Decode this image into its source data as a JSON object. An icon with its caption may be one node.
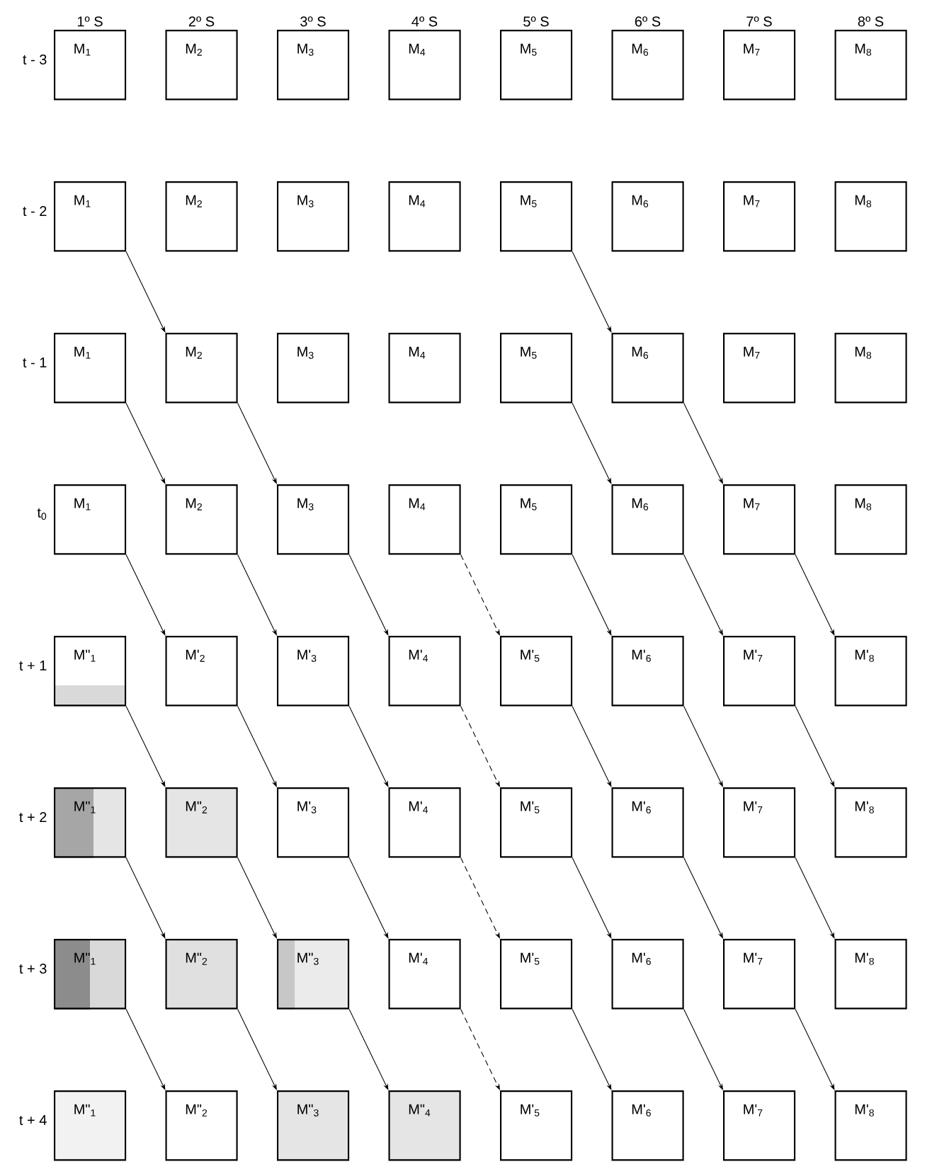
{
  "diagram": {
    "nodes": [
      {
        "text": [
          "M$_{1}$"
        ]
      },
      {
        "text": [
          "M$_{2}$"
        ]
      },
      {
        "text": [
          "M$_{3}$"
        ]
      },
      {
        "text": [
          "M$_{4}$"
        ]
      },
      {
        "text": [
          "M$_{5}$"
        ]
      },
      {
        "text": [
          "M$_{6}$"
        ]
      },
      {
        "text": [
          "M$_{7}$"
        ]
      },
      {
        "text": [
          "M$_{8}$"
        ]
      },
      {
        "text": [
          "M$_{1}$"
        ]
      },
      {
        "text": [
          "M$_{2}$"
        ]
      },
      {
        "text": [
          "M$_{3}$"
        ]
      },
      {
        "text": [
          "M$_{4}$"
        ]
      },
      {
        "text": [
          "M$_{5}$"
        ]
      },
      {
        "text": [
          "M$_{6}$"
        ]
      },
      {
        "text": [
          "M$_{7}$"
        ]
      },
      {
        "text": [
          "M$_{8}$"
        ]
      },
      {
        "text": [
          "M$_{1}$"
        ]
      },
      {
        "text": [
          "M$_{2}$"
        ]
      },
      {
        "text": [
          "M$_{3}$"
        ]
      },
      {
        "text": [
          "M$_{4}$"
        ]
      },
      {
        "text": [
          "M$_{5}$"
        ]
      },
      {
        "text": [
          "M$_{6}$"
        ]
      },
      {
        "text": [
          "M$_{7}$"
        ]
      },
      {
        "text": [
          "M$_{8}$"
        ]
      },
      {
        "text": [
          "M$_{1}$"
        ]
      },
      {
        "text": [
          "M$_{2}$"
        ]
      },
      {
        "text": [
          "M$_{3}$"
        ]
      },
      {
        "text": [
          "M$_{4}$"
        ]
      },
      {
        "text": [
          "M$_{5}$"
        ]
      },
      {
        "text": [
          "M$_{6}$"
        ]
      },
      {
        "text": [
          "M$_{7}$"
        ]
      },
      {
        "text": [
          "M$_{8}$"
        ]
      },
      {
        "text": [
          "M\"$_{1}$"
        ]
      },
      {
        "text": [
          "M'$_{2}$"
        ]
      },
      {
        "text": [
          "M'$_{3}$"
        ]
      },
      {
        "text": [
          "M'$_{4}$"
        ]
      },
      {
        "text": [
          "M'$_{5}$"
        ]
      },
      {
        "text": [
          "M'$_{6}$"
        ]
      },
      {
        "text": [
          "M'$_{7}$"
        ]
      },
      {
        "text": [
          "M'$_{8}$"
        ]
      },
      {
        "text": [
          "M\"$_{1}$"
        ]
      },
      {
        "text": [
          "M\"$_{2}$"
        ]
      },
      {
        "text": [
          "M'$_{3}$"
        ]
      },
      {
        "text": [
          "M'$_{4}$"
        ]
      },
      {
        "text": [
          "M'$_{5}$"
        ]
      },
      {
        "text": [
          "M'$_{6}$"
        ]
      },
      {
        "text": [
          "M'$_{7}$"
        ]
      },
      {
        "text": [
          "M'$_{8}$"
        ]
      },
      {
        "text": [
          "M\"$_{1}$"
        ]
      },
      {
        "text": [
          "M\"$_{2}$"
        ]
      },
      {
        "text": [
          "M\"$_{3}$"
        ]
      },
      {
        "text": [
          "M'$_{4}$"
        ]
      },
      {
        "text": [
          "M'$_{5}$"
        ]
      },
      {
        "text": [
          "M'$_{6}$"
        ]
      },
      {
        "text": [
          "M'$_{7}$"
        ]
      },
      {
        "text": [
          "M'$_{8}$"
        ]
      },
      {
        "text": [
          "M\"$_{1}$"
        ]
      },
      {
        "text": [
          "M\"$_{2}$"
        ]
      },
      {
        "text": [
          "M\"$_{3}$"
        ]
      },
      {
        "text": [
          "M\"$_{4}$"
        ]
      },
      {
        "text": [
          "M'$_{5}$"
        ]
      },
      {
        "text": [
          "M'$_{6}$"
        ]
      },
      {
        "text": [
          "M'$_{7}$"
        ]
      },
      {
        "text": [
          "M'$_{8}$"
        ]
      }
    ],
    "edges": [
      {
        "from": 8,
        "to": 17,
        "arrow": "to"
      },
      {
        "from": 12,
        "to": 21,
        "arrow": "to"
      },
      {
        "from": 16,
        "to": 25,
        "arrow": "to"
      },
      {
        "from": 17,
        "to": 26,
        "arrow": "to"
      },
      {
        "from": 20,
        "to": 29,
        "arrow": "to"
      },
      {
        "from": 21,
        "to": 30,
        "arrow": "to"
      },
      {
        "from": 24,
        "to": 33,
        "arrow": "to"
      },
      {
        "from": 25,
        "to": 34,
        "arrow": "to"
      },
      {
        "from": 26,
        "to": 35,
        "arrow": "to"
      },
      {
        "from": 27,
        "to": 36,
        "arrow": "to",
        "style": "dashed"
      },
      {
        "from": 28,
        "to": 37,
        "arrow": "to"
      },
      {
        "from": 29,
        "to": 38,
        "arrow": "to"
      },
      {
        "from": 30,
        "to": 39,
        "arrow": "to"
      },
      {
        "from": 32,
        "to": 41,
        "arrow": "to"
      },
      {
        "from": 33,
        "to": 42,
        "arrow": "to"
      },
      {
        "from": 34,
        "to": 43,
        "arrow": "to"
      },
      {
        "from": 35,
        "to": 44,
        "arrow": "to",
        "style": "dashed"
      },
      {
        "from": 36,
        "to": 45,
        "arrow": "to"
      },
      {
        "from": 37,
        "to": 46,
        "arrow": "to"
      },
      {
        "from": 38,
        "to": 47,
        "arrow": "to"
      },
      {
        "from": 40,
        "to": 49,
        "arrow": "to"
      },
      {
        "from": 41,
        "to": 50,
        "arrow": "to"
      },
      {
        "from": 42,
        "to": 51,
        "arrow": "to"
      },
      {
        "from": 43,
        "to": 52,
        "arrow": "to",
        "style": "dashed"
      },
      {
        "from": 44,
        "to": 53,
        "arrow": "to"
      },
      {
        "from": 45,
        "to": 54,
        "arrow": "to"
      },
      {
        "from": 46,
        "to": 55,
        "arrow": "to"
      },
      {
        "from": 48,
        "to": 57,
        "arrow": "to"
      },
      {
        "from": 49,
        "to": 58,
        "arrow": "to"
      },
      {
        "from": 50,
        "to": 59,
        "arrow": "to"
      },
      {
        "from": 51,
        "to": 60,
        "arrow": "to",
        "style": "dashed"
      },
      {
        "from": 52,
        "to": 61,
        "arrow": "to"
      },
      {
        "from": 53,
        "to": 62,
        "arrow": "to"
      },
      {
        "from": 54,
        "to": 63,
        "arrow": "to"
      }
    ],
    "labels": [
      "1º S",
      "2º S",
      "3º S",
      "4º S",
      "5º S",
      "6º S",
      "7º S",
      "8º S",
      "t - 3",
      "t - 2",
      "t - 1",
      "t$_{0}$",
      "t + 1",
      "t + 2",
      "t + 3",
      "t + 4"
    ]
  }
}
